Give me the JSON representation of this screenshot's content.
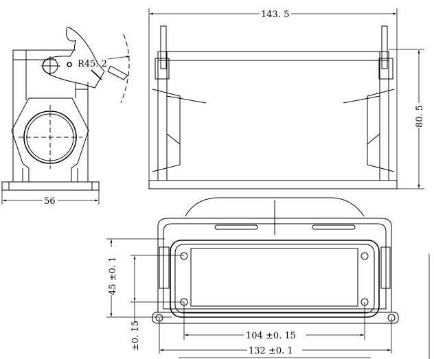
{
  "drawing": {
    "side_view": {
      "radius_label": "R45. 2",
      "width_label": "56"
    },
    "top_view": {
      "length_label": "143. 5",
      "height_label": "80. 5"
    },
    "bottom_view": {
      "outer_height_label": "45 ±0. 1",
      "inner_height_label": "±0. 15",
      "inner_width_label": "104 ±0. 15",
      "outer_width_label": "132 ±0. 1"
    }
  }
}
